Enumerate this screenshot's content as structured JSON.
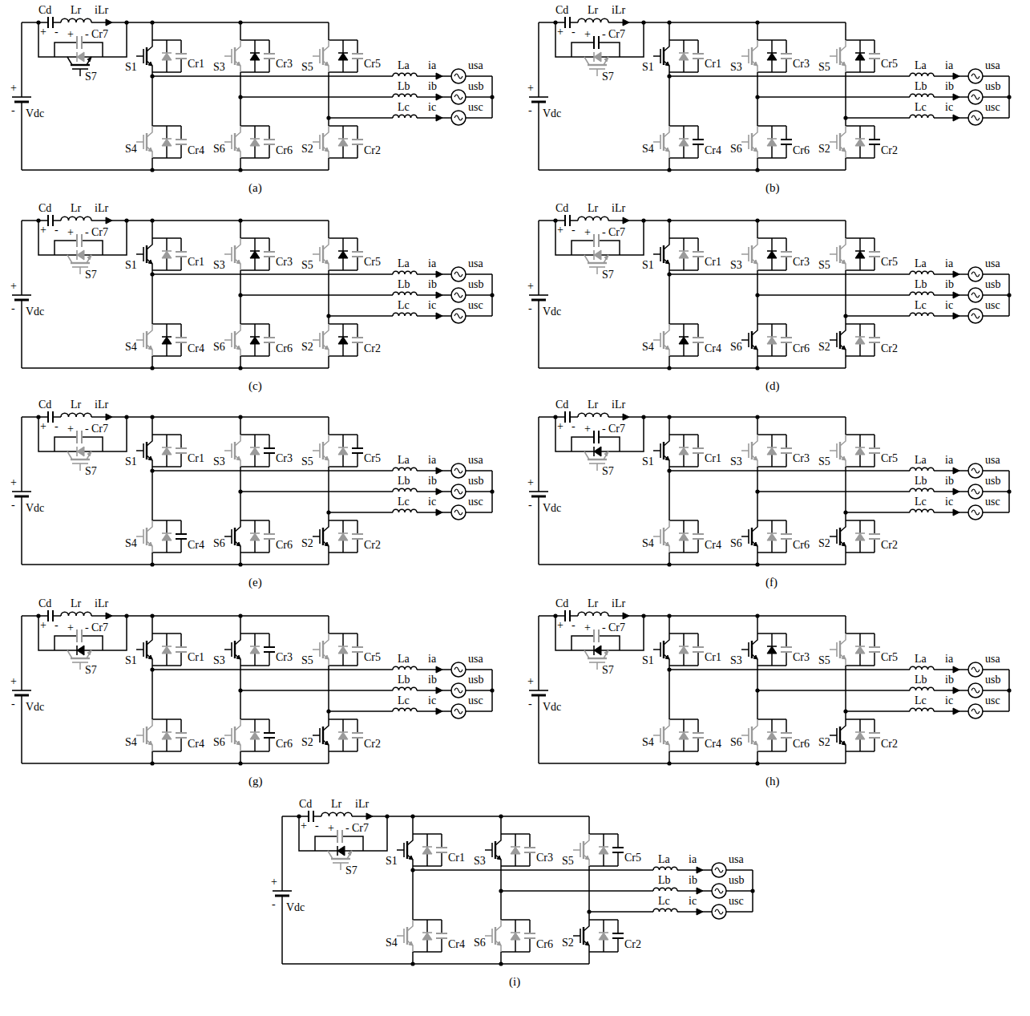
{
  "diagram": {
    "labels": [
      "Cd",
      "+",
      "-",
      "Lr",
      "iLr",
      "+",
      "-",
      "Cr7",
      "S7",
      "+",
      "-",
      "Vdc",
      "S1",
      "Cr1",
      "S3",
      "Cr3",
      "S5",
      "Cr5",
      "La",
      "ia",
      "usa",
      "Lb",
      "ib",
      "usb",
      "Lc",
      "ic",
      "usc",
      "S4",
      "Cr4",
      "S6",
      "Cr6",
      "S2",
      "Cr2",
      "(a)",
      "Cd",
      "+",
      "-",
      "Lr",
      "iLr",
      "+",
      "-",
      "Cr7",
      "S7",
      "+",
      "-",
      "Vdc",
      "S1",
      "Cr1",
      "S3",
      "Cr3",
      "S5",
      "Cr5",
      "La",
      "ia",
      "usa",
      "Lb",
      "ib",
      "usb",
      "Lc",
      "ic",
      "usc",
      "S4",
      "Cr4",
      "S6",
      "Cr6",
      "S2",
      "Cr2",
      "(b)",
      "Cd",
      "+",
      "-",
      "Lr",
      "iLr",
      "+",
      "-",
      "Cr7",
      "S7",
      "+",
      "-",
      "Vdc",
      "S1",
      "Cr1",
      "S3",
      "Cr3",
      "S5",
      "Cr5",
      "La",
      "ia",
      "usa",
      "Lb",
      "ib",
      "usb",
      "Lc",
      "ic",
      "usc",
      "S4",
      "Cr4",
      "S6",
      "Cr6",
      "S2",
      "Cr2",
      "(c)",
      "Cd",
      "+",
      "-",
      "Lr",
      "iLr",
      "+",
      "-",
      "Cr7",
      "S7",
      "+",
      "-",
      "Vdc",
      "S1",
      "Cr1",
      "S3",
      "Cr3",
      "S5",
      "Cr5",
      "La",
      "ia",
      "usa",
      "Lb",
      "ib",
      "usb",
      "Lc",
      "ic",
      "usc",
      "S4",
      "Cr4",
      "S6",
      "Cr6",
      "S2",
      "Cr2",
      "(d)",
      "Cd",
      "+",
      "-",
      "Lr",
      "iLr",
      "+",
      "-",
      "Cr7",
      "S7",
      "+",
      "-",
      "Vdc",
      "S1",
      "Cr1",
      "S3",
      "Cr3",
      "S5",
      "Cr5",
      "La",
      "ia",
      "usa",
      "Lb",
      "ib",
      "usb",
      "Lc",
      "ic",
      "usc",
      "S4",
      "Cr4",
      "S6",
      "Cr6",
      "S2",
      "Cr2",
      "(e)",
      "Cd",
      "+",
      "-",
      "Lr",
      "iLr",
      "+",
      "-",
      "Cr7",
      "S7",
      "+",
      "-",
      "Vdc",
      "S1",
      "Cr1",
      "S3",
      "Cr3",
      "S5",
      "Cr5",
      "La",
      "ia",
      "usa",
      "Lb",
      "ib",
      "usb",
      "Lc",
      "ic",
      "usc",
      "S4",
      "Cr4",
      "S6",
      "Cr6",
      "S2",
      "Cr2",
      "(f)",
      "Cd",
      "+",
      "-",
      "Lr",
      "iLr",
      "+",
      "-",
      "Cr7",
      "S7",
      "+",
      "-",
      "Vdc",
      "S1",
      "Cr1",
      "S3",
      "Cr3",
      "S5",
      "Cr5",
      "La",
      "ia",
      "usa",
      "Lb",
      "ib",
      "usb",
      "Lc",
      "ic",
      "usc",
      "S4",
      "Cr4",
      "S6",
      "Cr6",
      "S2",
      "Cr2",
      "(g)",
      "Cd",
      "+",
      "-",
      "Lr",
      "iLr",
      "+",
      "-",
      "Cr7",
      "S7",
      "+",
      "-",
      "Vdc",
      "S1",
      "Cr1",
      "S3",
      "Cr3",
      "S5",
      "Cr5",
      "La",
      "ia",
      "usa",
      "Lb",
      "ib",
      "usb",
      "Lc",
      "ic",
      "usc",
      "S4",
      "Cr4",
      "S6",
      "Cr6",
      "S2",
      "Cr2",
      "(h)",
      "Cd",
      "+",
      "-",
      "Lr",
      "iLr",
      "+",
      "-",
      "Cr7",
      "S7",
      "+",
      "-",
      "Vdc",
      "S1",
      "Cr1",
      "S3",
      "Cr3",
      "S5",
      "Cr5",
      "La",
      "ia",
      "usa",
      "Lb",
      "ib",
      "usb",
      "Lc",
      "ic",
      "usc",
      "S4",
      "Cr4",
      "S6",
      "Cr6",
      "S2",
      "Cr2",
      "(i)"
    ]
  }
}
